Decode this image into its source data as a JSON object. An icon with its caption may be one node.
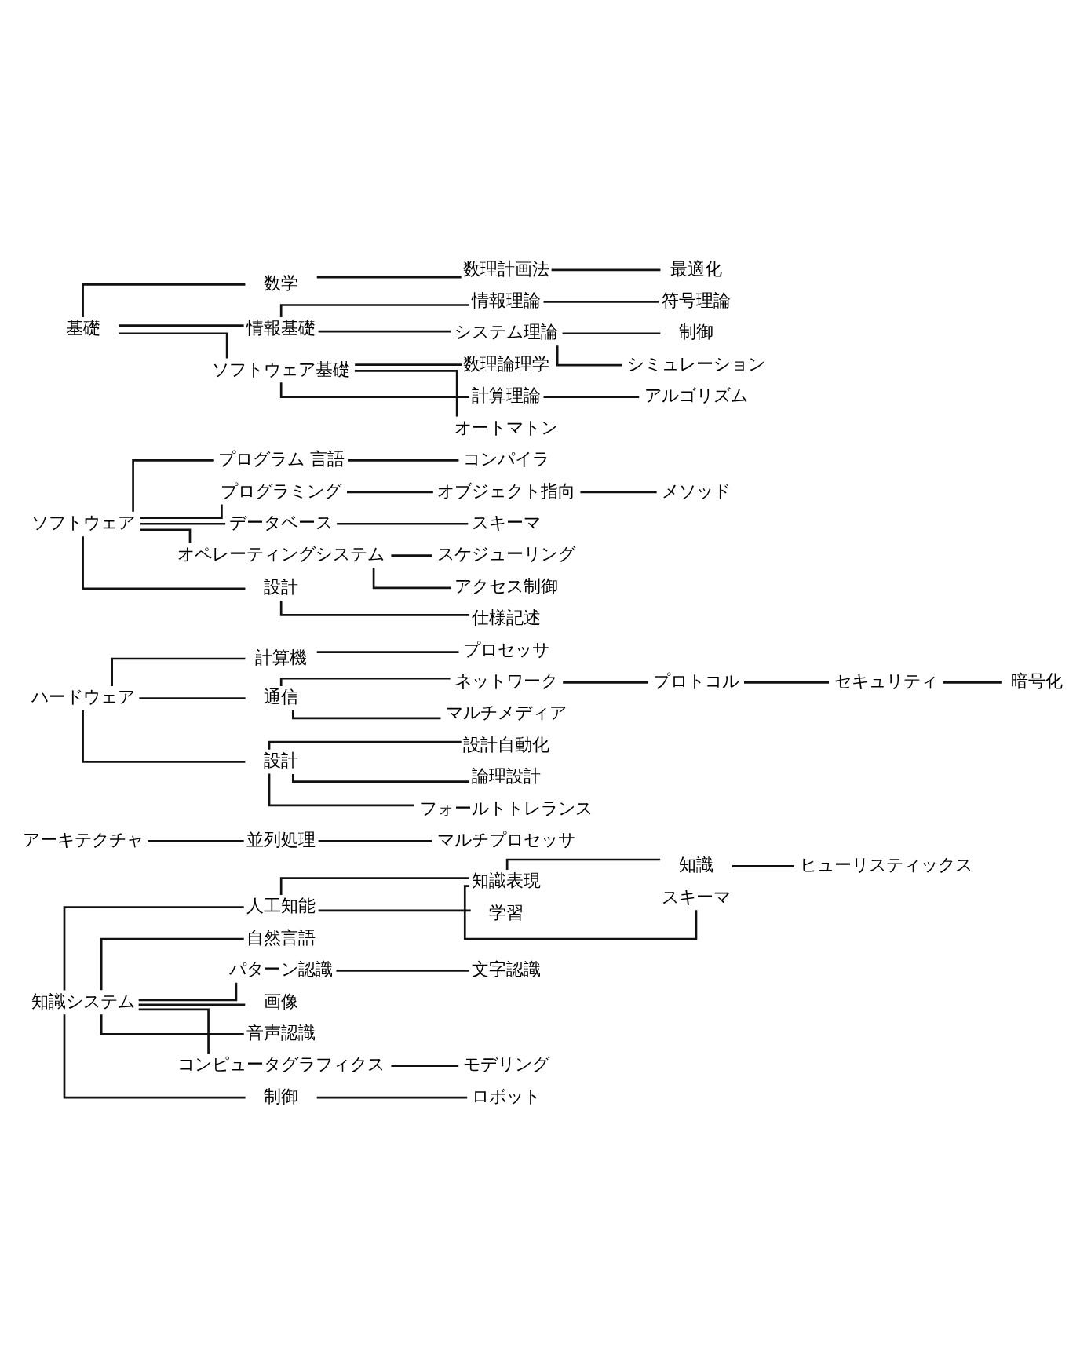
{
  "diagram": {
    "nodes": [
      {
        "text": [
          "基礎"
        ]
      },
      {
        "text": [
          "数学"
        ]
      },
      {
        "text": [
          "数理計画法"
        ]
      },
      {
        "text": [
          "最適化"
        ]
      },
      {
        "text": [
          "情報基礎"
        ]
      },
      {
        "text": [
          "情報理論"
        ]
      },
      {
        "text": [
          "符号理論"
        ]
      },
      {
        "text": [
          "システム理論"
        ]
      },
      {
        "text": [
          "制御"
        ]
      },
      {
        "text": [
          "シミュレーション"
        ]
      },
      {
        "text": [
          "ソフトウェア基礎"
        ]
      },
      {
        "text": [
          "数理論理学"
        ]
      },
      {
        "text": [
          "計算理論"
        ]
      },
      {
        "text": [
          "アルゴリズム"
        ]
      },
      {
        "text": [
          "オートマトン"
        ]
      },
      {
        "text": [
          "ソフトウェア"
        ]
      },
      {
        "text": [
          "プログラム 言語"
        ]
      },
      {
        "text": [
          "コンパイラ"
        ]
      },
      {
        "text": [
          "プログラミング"
        ]
      },
      {
        "text": [
          "オブジェクト指向"
        ]
      },
      {
        "text": [
          "メソッド"
        ]
      },
      {
        "text": [
          "データベース"
        ]
      },
      {
        "text": [
          "スキーマ"
        ]
      },
      {
        "text": [
          "オペレーティングシステム"
        ]
      },
      {
        "text": [
          "スケジューリング"
        ]
      },
      {
        "text": [
          "アクセス制御"
        ]
      },
      {
        "text": [
          "設計"
        ]
      },
      {
        "text": [
          "仕様記述"
        ]
      },
      {
        "text": [
          "ハードウェア"
        ]
      },
      {
        "text": [
          "計算機"
        ]
      },
      {
        "text": [
          "プロセッサ"
        ]
      },
      {
        "text": [
          "アーキテクチャ"
        ]
      },
      {
        "text": [
          "並列処理"
        ]
      },
      {
        "text": [
          "マルチプロセッサ"
        ]
      },
      {
        "text": [
          "通信"
        ]
      },
      {
        "text": [
          "ネットワーク"
        ]
      },
      {
        "text": [
          "プロトコル"
        ]
      },
      {
        "text": [
          "セキュリティ"
        ]
      },
      {
        "text": [
          "暗号化"
        ]
      },
      {
        "text": [
          "マルチメディア"
        ]
      },
      {
        "text": [
          "設計"
        ]
      },
      {
        "text": [
          "設計自動化"
        ]
      },
      {
        "text": [
          "論理設計"
        ]
      },
      {
        "text": [
          "フォールトトレランス"
        ]
      },
      {
        "text": [
          "知識システム"
        ]
      },
      {
        "text": [
          "人工知能"
        ]
      },
      {
        "text": [
          "知識表現"
        ]
      },
      {
        "text": [
          "知識"
        ]
      },
      {
        "text": [
          "ヒューリスティックス"
        ]
      },
      {
        "text": [
          "スキーマ"
        ]
      },
      {
        "text": [
          "学習"
        ]
      },
      {
        "text": [
          "自然言語"
        ]
      },
      {
        "text": [
          "パターン認識"
        ]
      },
      {
        "text": [
          "文字認識"
        ]
      },
      {
        "text": [
          "画像"
        ]
      },
      {
        "text": [
          "音声認識"
        ]
      },
      {
        "text": [
          "コンピュータグラフィクス"
        ]
      },
      {
        "text": [
          "モデリング"
        ]
      },
      {
        "text": [
          "制御"
        ]
      },
      {
        "text": [
          "ロボット"
        ]
      }
    ],
    "edges": [
      {
        "from": 0,
        "to": 1,
        "arrow": "none"
      },
      {
        "from": 1,
        "to": 2,
        "arrow": "none"
      },
      {
        "from": 2,
        "to": 3,
        "arrow": "none"
      },
      {
        "from": 0,
        "to": 4,
        "arrow": "none"
      },
      {
        "from": 4,
        "to": 5,
        "arrow": "none"
      },
      {
        "from": 5,
        "to": 6,
        "arrow": "none"
      },
      {
        "from": 4,
        "to": 7,
        "arrow": "none"
      },
      {
        "from": 7,
        "to": 8,
        "arrow": "none"
      },
      {
        "from": 7,
        "to": 9,
        "arrow": "none"
      },
      {
        "from": 0,
        "to": 10,
        "arrow": "none"
      },
      {
        "from": 10,
        "to": 11,
        "arrow": "none"
      },
      {
        "from": 10,
        "to": 12,
        "arrow": "none"
      },
      {
        "from": 12,
        "to": 13,
        "arrow": "none"
      },
      {
        "from": 10,
        "to": 14,
        "arrow": "none"
      },
      {
        "from": 15,
        "to": 16,
        "arrow": "none"
      },
      {
        "from": 16,
        "to": 17,
        "arrow": "none"
      },
      {
        "from": 15,
        "to": 18,
        "arrow": "none"
      },
      {
        "from": 18,
        "to": 19,
        "arrow": "none"
      },
      {
        "from": 19,
        "to": 20,
        "arrow": "none"
      },
      {
        "from": 15,
        "to": 21,
        "arrow": "none"
      },
      {
        "from": 21,
        "to": 22,
        "arrow": "none"
      },
      {
        "from": 15,
        "to": 23,
        "arrow": "none"
      },
      {
        "from": 23,
        "to": 24,
        "arrow": "none"
      },
      {
        "from": 23,
        "to": 25,
        "arrow": "none"
      },
      {
        "from": 15,
        "to": 26,
        "arrow": "none"
      },
      {
        "from": 26,
        "to": 27,
        "arrow": "none"
      },
      {
        "from": 28,
        "to": 29,
        "arrow": "none"
      },
      {
        "from": 29,
        "to": 30,
        "arrow": "none"
      },
      {
        "from": 31,
        "to": 32,
        "arrow": "none"
      },
      {
        "from": 32,
        "to": 33,
        "arrow": "none"
      },
      {
        "from": 28,
        "to": 34,
        "arrow": "none"
      },
      {
        "from": 34,
        "to": 35,
        "arrow": "none"
      },
      {
        "from": 35,
        "to": 36,
        "arrow": "none"
      },
      {
        "from": 36,
        "to": 37,
        "arrow": "none"
      },
      {
        "from": 37,
        "to": 38,
        "arrow": "none"
      },
      {
        "from": 34,
        "to": 39,
        "arrow": "none"
      },
      {
        "from": 28,
        "to": 40,
        "arrow": "none"
      },
      {
        "from": 40,
        "to": 41,
        "arrow": "none"
      },
      {
        "from": 40,
        "to": 42,
        "arrow": "none"
      },
      {
        "from": 40,
        "to": 43,
        "arrow": "none"
      },
      {
        "from": 44,
        "to": 45,
        "arrow": "none"
      },
      {
        "from": 45,
        "to": 46,
        "arrow": "none"
      },
      {
        "from": 46,
        "to": 47,
        "arrow": "none"
      },
      {
        "from": 47,
        "to": 48,
        "arrow": "none"
      },
      {
        "from": 46,
        "to": 49,
        "arrow": "none"
      },
      {
        "from": 45,
        "to": 50,
        "arrow": "none"
      },
      {
        "from": 44,
        "to": 51,
        "arrow": "none"
      },
      {
        "from": 44,
        "to": 52,
        "arrow": "none"
      },
      {
        "from": 52,
        "to": 53,
        "arrow": "none"
      },
      {
        "from": 44,
        "to": 54,
        "arrow": "none"
      },
      {
        "from": 44,
        "to": 55,
        "arrow": "none"
      },
      {
        "from": 44,
        "to": 56,
        "arrow": "none"
      },
      {
        "from": 56,
        "to": 57,
        "arrow": "none"
      },
      {
        "from": 44,
        "to": 58,
        "arrow": "none"
      },
      {
        "from": 58,
        "to": 59,
        "arrow": "none"
      }
    ]
  }
}
